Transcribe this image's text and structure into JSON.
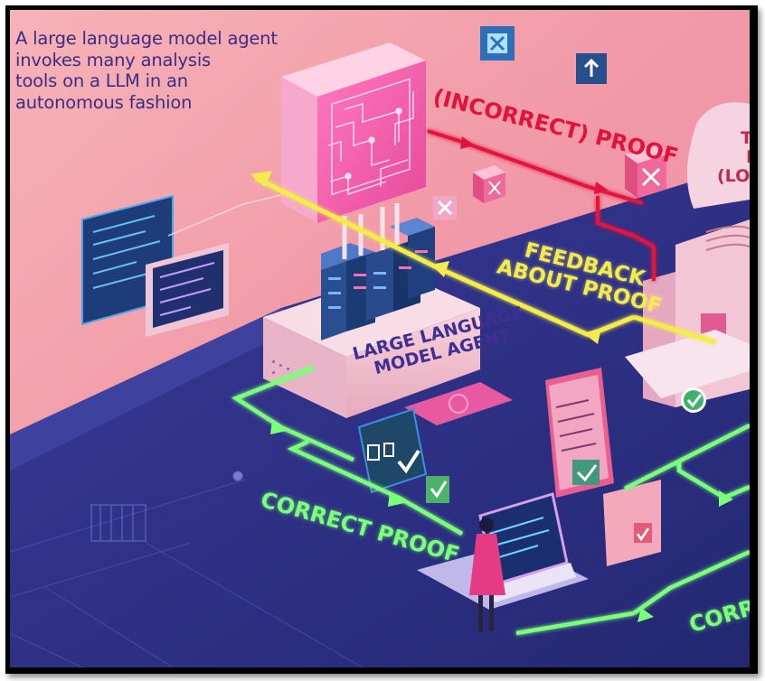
{
  "caption": {
    "line1": "A large language model agent",
    "line2": "invokes many analysis",
    "line3": "tools on a LLM in an",
    "line4": "autonomous fashion"
  },
  "labels": {
    "incorrect_proof": "(INCORRECT) PROOF",
    "feedback_line1": "FEEDBACK",
    "feedback_line2": "ABOUT PROOF",
    "correct_proof": "CORRECT PROOF",
    "correct_partial": "CORREC",
    "agent_line1": "LARGE LANGUAGE",
    "agent_line2": "MODEL AGENT",
    "theorem_line1": "TH",
    "theorem_line2": "P",
    "theorem_line3": "(LOGICA"
  },
  "colors": {
    "incorrect_arrow": "#e2123a",
    "feedback_arrow": "#f3ec4a",
    "correct_arrow": "#7cff7a",
    "caption_text": "#3b2c86",
    "background_top": "#f2a0ac",
    "floor": "#2b2f86"
  },
  "icons": [
    "chip-icon",
    "server-rack-icon",
    "code-screen-icon",
    "x-cube-icon",
    "checkmark-icon",
    "person-at-laptop-icon",
    "cloud-icon"
  ]
}
